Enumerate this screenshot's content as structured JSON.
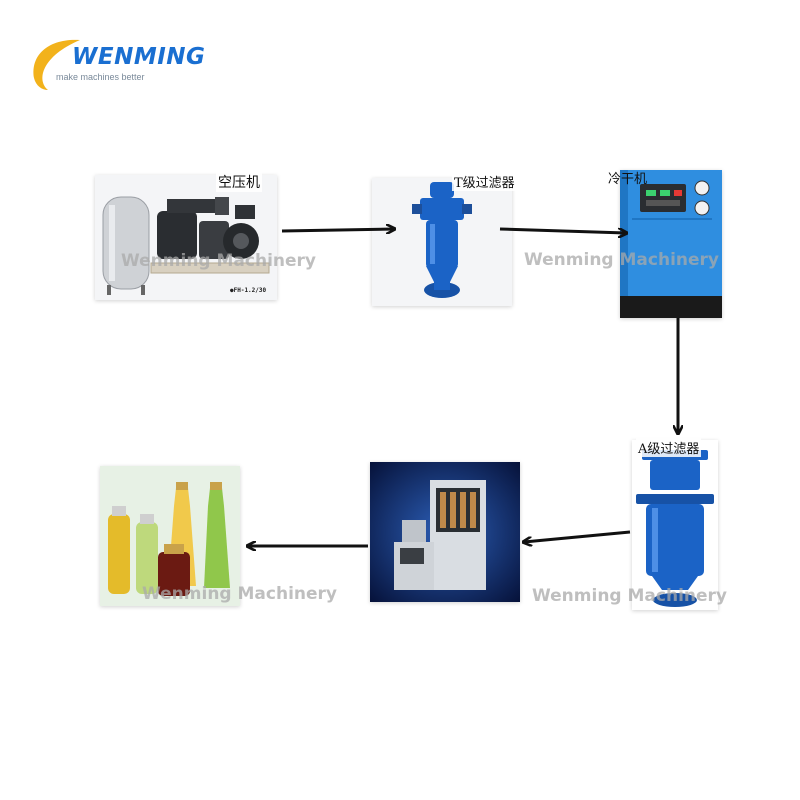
{
  "logo": {
    "brand": "WENMING",
    "tagline": "make machines better"
  },
  "watermark": "Wenming Machinery",
  "nodes": [
    {
      "id": "air-compressor",
      "label": "空压机",
      "model": "●FH-1.2/30"
    },
    {
      "id": "t-filter",
      "label": "T级过滤器"
    },
    {
      "id": "dryer",
      "label": "冷干机"
    },
    {
      "id": "a-filter",
      "label": "A级过滤器"
    },
    {
      "id": "blow-molder",
      "label": ""
    },
    {
      "id": "bottles",
      "label": ""
    }
  ],
  "colors": {
    "brand": "#1a6fd1",
    "swoosh": "#f2b21b",
    "equipment_blue": "#1b63c6",
    "arrow": "#111111"
  }
}
